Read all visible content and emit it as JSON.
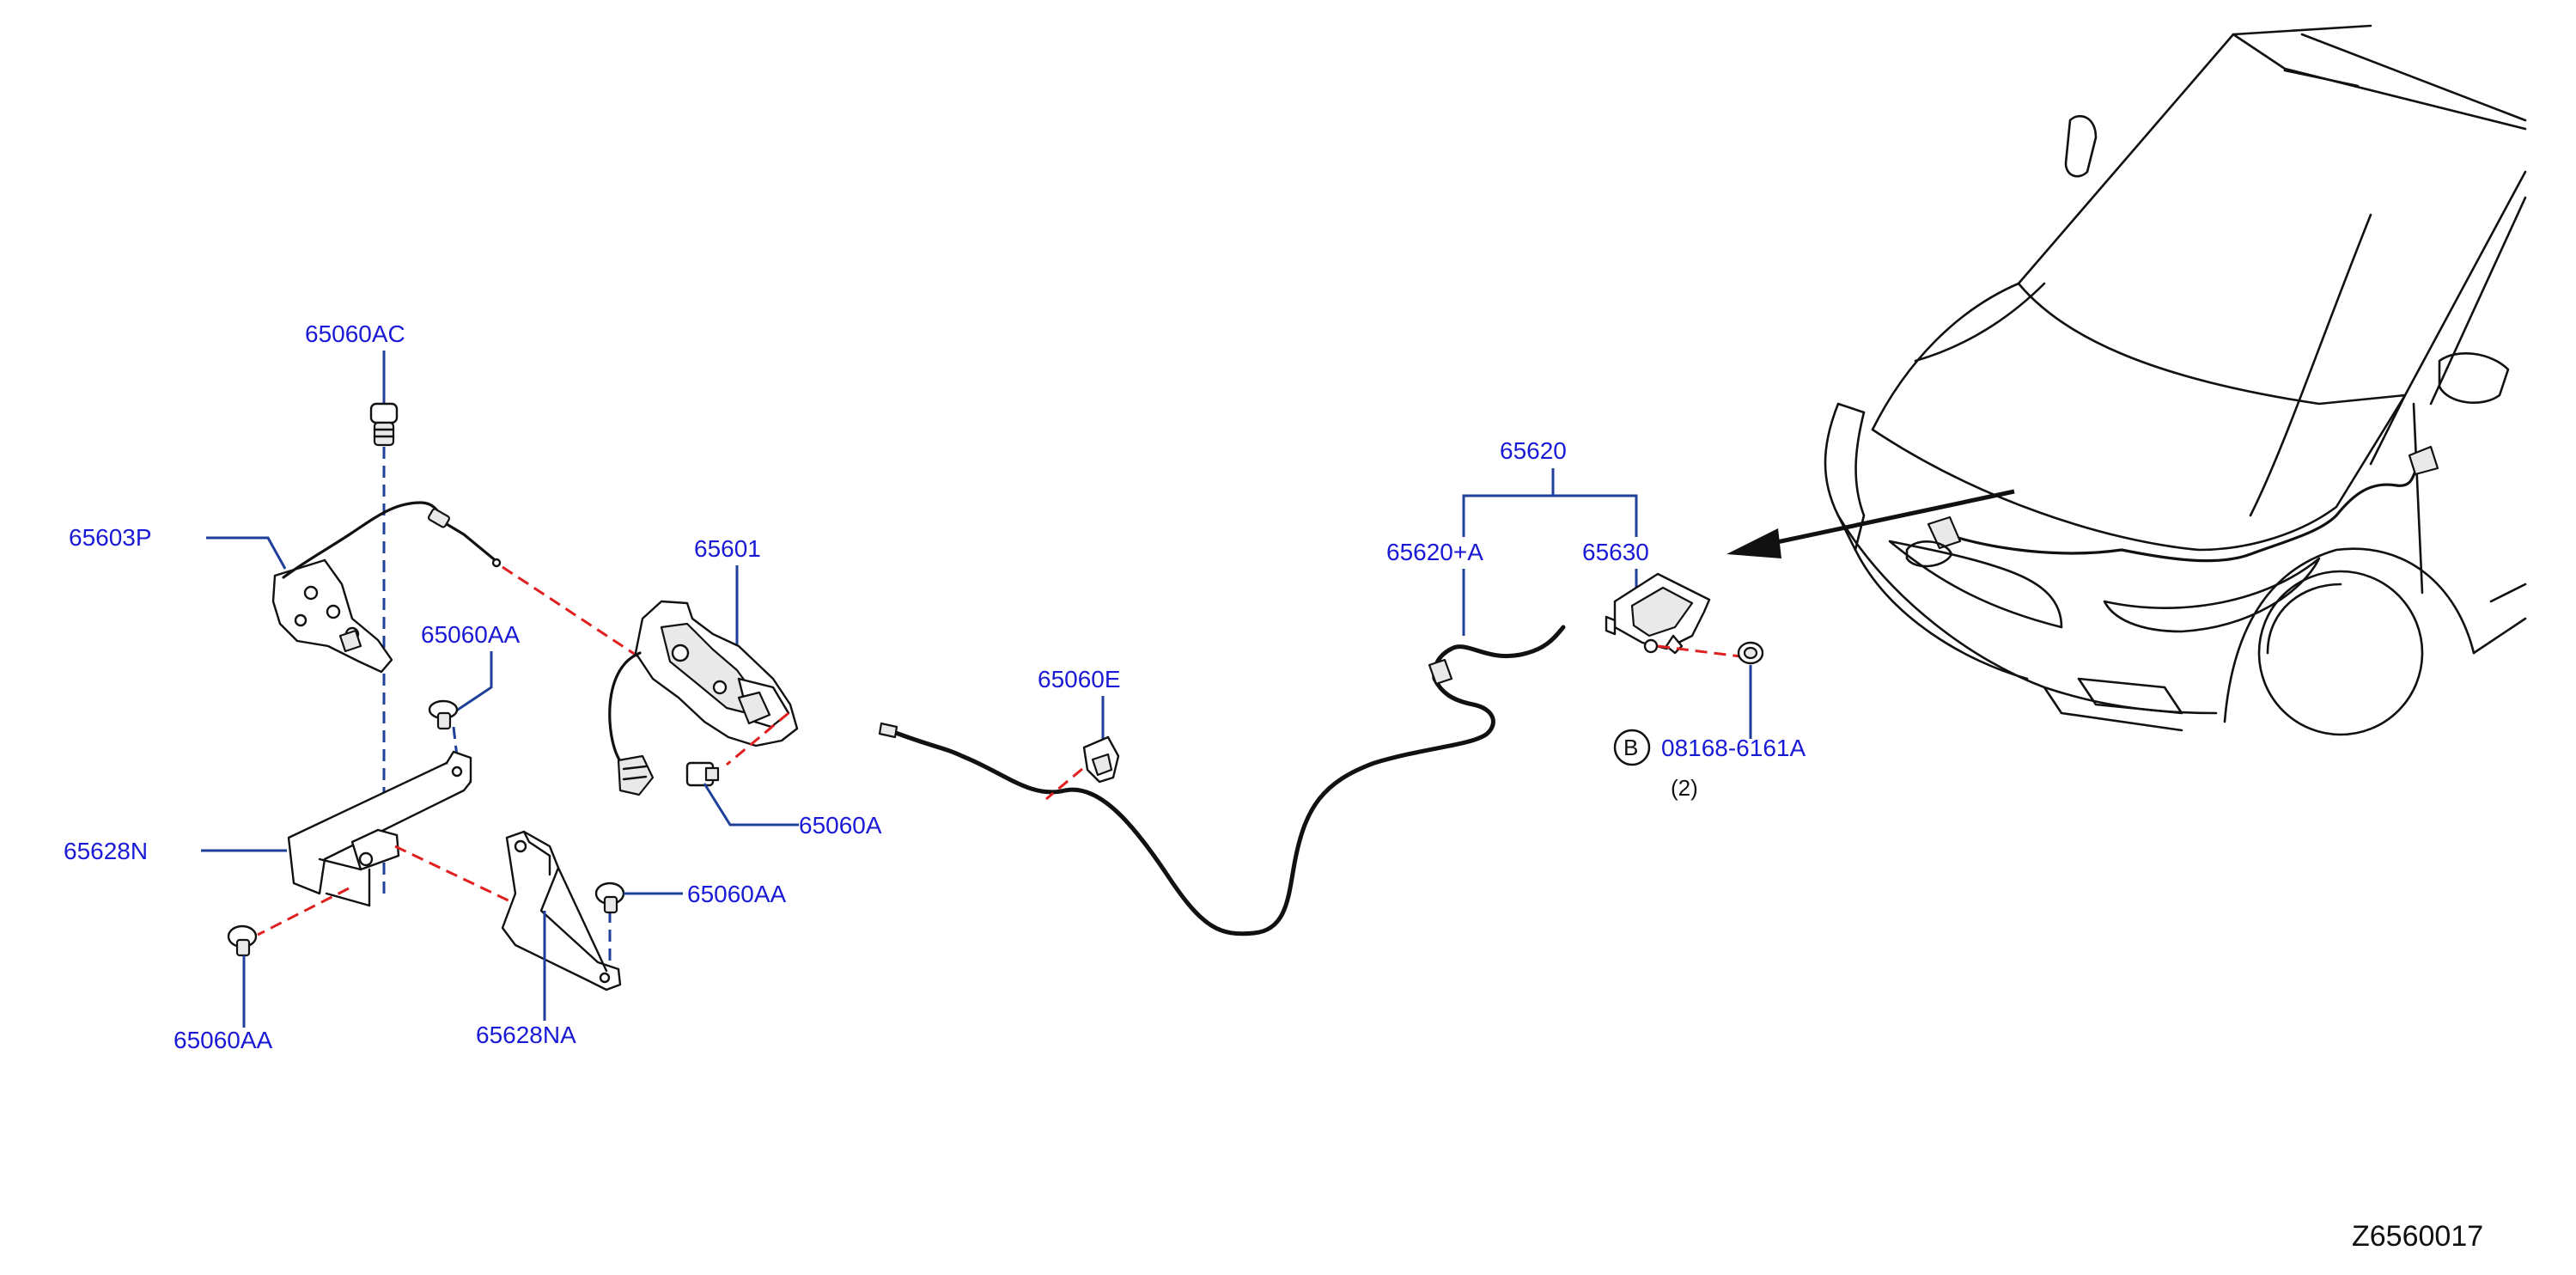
{
  "diagram": {
    "id": "Z6560017",
    "labels": {
      "p65060AC": "65060AC",
      "p65603P": "65603P",
      "p65060AA_top": "65060AA",
      "p65601": "65601",
      "p65060A": "65060A",
      "p65628N": "65628N",
      "p65060AA_right": "65060AA",
      "p65060AA_bottom": "65060AA",
      "p65628NA": "65628NA",
      "p65060E": "65060E",
      "p65620": "65620",
      "p65620A": "65620+A",
      "p65630": "65630",
      "bolt_badge": "B",
      "bolt_part": "08168-6161A",
      "bolt_qty": "(2)"
    },
    "colors": {
      "label": "#1a1ad6",
      "leader": "#1f3f9a",
      "link_dashed": "#e02020",
      "outline": "#111111"
    }
  }
}
